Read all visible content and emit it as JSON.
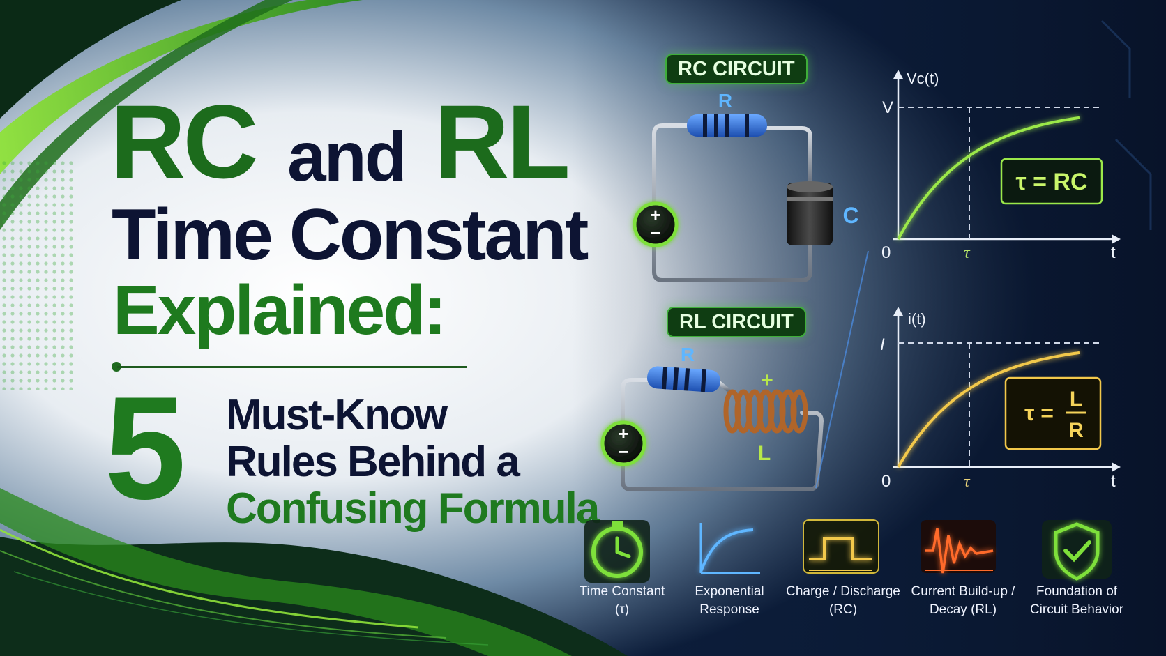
{
  "title": {
    "line1_a": "RC",
    "line1_b": "and",
    "line1_c": "RL",
    "line2": "Time Constant",
    "line3": "Explained:"
  },
  "subtitle": {
    "number": "5",
    "line1": "Must-Know",
    "line2": "Rules Behind a",
    "line3": "Confusing Formula"
  },
  "rc_circuit": {
    "label": "RC CIRCUIT",
    "resistor": "R",
    "capacitor": "C",
    "source_plus": "+",
    "source_minus": "−"
  },
  "rl_circuit": {
    "label": "RL CIRCUIT",
    "resistor": "R",
    "inductor": "L",
    "inductor_plus": "+",
    "source_plus": "+",
    "source_minus": "−"
  },
  "rc_graph": {
    "y_label": "Vc(t)",
    "x_label": "t",
    "final_label": "V",
    "origin": "0",
    "tau_tick": "τ",
    "formula": "τ = RC",
    "curve_color": "#9be84a"
  },
  "rl_graph": {
    "y_label": "i(t)",
    "x_label": "t",
    "final_label": "I",
    "origin": "0",
    "tau_tick": "τ",
    "formula_lhs": "τ =",
    "formula_num": "L",
    "formula_den": "R",
    "curve_color": "#f2c84b"
  },
  "features": [
    {
      "icon": "stopwatch-icon",
      "line1": "Time Constant",
      "line2": "(τ)"
    },
    {
      "icon": "exponential-curve-icon",
      "line1": "Exponential",
      "line2": "Response"
    },
    {
      "icon": "pulse-wave-icon",
      "line1": "Charge / Discharge",
      "line2": "(RC)"
    },
    {
      "icon": "damped-oscillation-icon",
      "line1": "Current Build-up /",
      "line2": "Decay (RL)"
    },
    {
      "icon": "shield-check-icon",
      "line1": "Foundation of",
      "line2": "Circuit Behavior"
    }
  ],
  "colors": {
    "green_accent": "#3fae3a",
    "navy_text": "#0d1433",
    "title_green": "#1c6b1c",
    "background_dark": "#0a1a33"
  }
}
